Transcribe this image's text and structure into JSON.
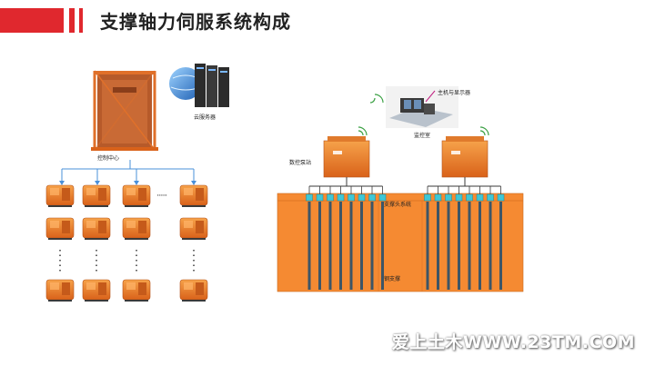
{
  "slide": {
    "title": "支撑轴力伺服系统构成"
  },
  "left_diagram": {
    "cloud_server_label": "云服务器",
    "control_center_label": "控制中心",
    "ellipsis_h": "······"
  },
  "right_diagram": {
    "host_label": "主机与显示器",
    "monitor_room_label": "监控室",
    "pump_station_label": "数控泵站",
    "jack_system_label": "支撑头系统",
    "steel_support_label": "钢支撑"
  },
  "watermark": {
    "text": "爱上土木WWW.23TM.COM"
  },
  "colors": {
    "accent_red": "#e0282e",
    "orange": "#f07a22",
    "wall_orange": "#f58a32",
    "blue_line": "#4a90d9",
    "wifi_green": "#3aa043"
  }
}
